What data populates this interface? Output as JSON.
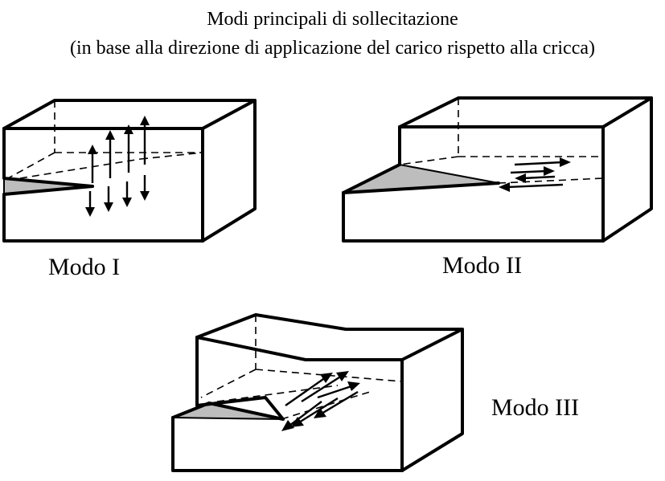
{
  "title": {
    "line1": "Modi principali di sollecitazione",
    "line2": "(in base alla direzione di applicazione del carico rispetto alla cricca)"
  },
  "modes": [
    {
      "label": "Modo I"
    },
    {
      "label": "Modo II"
    },
    {
      "label": "Modo III"
    }
  ],
  "colors": {
    "ink": "#000000",
    "background": "#ffffff",
    "crack_fill": "#bdbdbd"
  }
}
